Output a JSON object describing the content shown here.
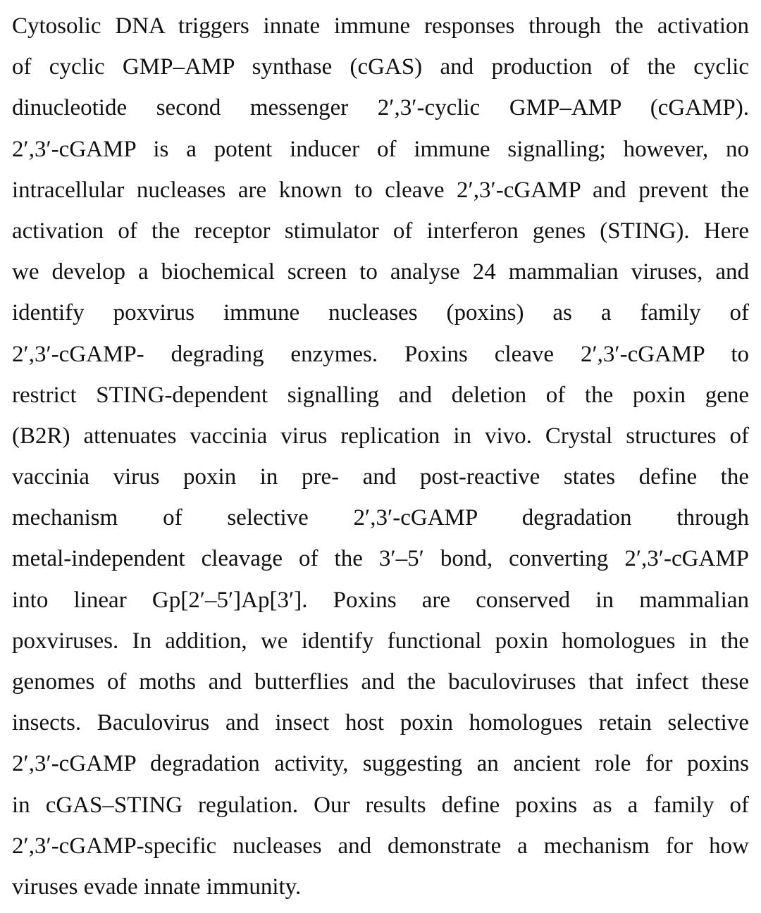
{
  "abstract": {
    "lines": [
      "Cytosolic DNA triggers innate immune responses through the activation",
      "of cyclic GMP–AMP synthase (cGAS) and production of the cyclic",
      "dinucleotide second messenger 2′,3′-cyclic GMP–AMP (cGAMP).",
      "2′,3′-cGAMP is a potent inducer of immune signalling; however, no",
      "intracellular nucleases are known to cleave 2′,3′-cGAMP and prevent the",
      "activation of the receptor stimulator of interferon genes (STING). Here",
      "we develop a biochemical screen to analyse 24 mammalian viruses, and",
      "identify poxvirus immune nucleases (poxins) as a family of",
      "2′,3′-cGAMP- degrading enzymes. Poxins cleave 2′,3′-cGAMP to",
      "restrict STING-dependent signalling and deletion of the poxin gene",
      "(B2R) attenuates vaccinia virus replication in vivo. Crystal structures of",
      "vaccinia virus poxin in pre- and post-reactive states define the",
      "mechanism of selective 2′,3′-cGAMP degradation through",
      "metal-independent cleavage of the 3′–5′ bond, converting 2′,3′-cGAMP",
      "into linear Gp[2′–5′]Ap[3′]. Poxins are conserved in mammalian",
      "poxviruses. In addition, we identify functional poxin homologues in the",
      "genomes of moths and butterflies and the baculoviruses that infect these",
      "insects. Baculovirus and insect host poxin homologues retain selective",
      "2′,3′-cGAMP degradation activity, suggesting an ancient role for poxins",
      "in cGAS–STING regulation. Our results define poxins as a family of",
      "2′,3′-cGAMP-specific nucleases and demonstrate a mechanism for how",
      "viruses evade innate immunity."
    ]
  }
}
